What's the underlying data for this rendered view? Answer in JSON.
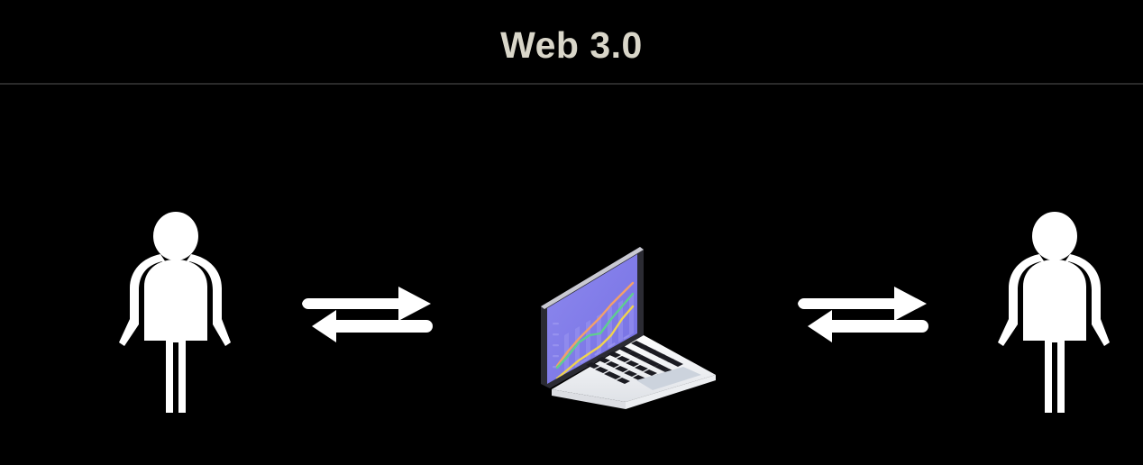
{
  "header": {
    "title": "Web 3.0",
    "title_color": "#d9d6c9",
    "background_color": "#000000",
    "divider_color": "#2a2a2a"
  },
  "canvas": {
    "background_color": "#000000"
  },
  "diagram": {
    "type": "concept-diagram",
    "description": "Two users exchanging data bidirectionally with a central computer",
    "nodes": [
      {
        "id": "user-left",
        "label": "",
        "icon": "person-icon",
        "color": "#ffffff"
      },
      {
        "id": "computer",
        "label": "",
        "icon": "laptop-icon",
        "color": "#7a74e6"
      },
      {
        "id": "user-right",
        "label": "",
        "icon": "person-icon",
        "color": "#ffffff"
      }
    ],
    "connectors": [
      {
        "id": "left-outbound",
        "from": "user-left",
        "to": "computer",
        "direction": "right",
        "icon": "arrow-right-icon",
        "color": "#ffffff"
      },
      {
        "id": "left-inbound",
        "from": "computer",
        "to": "user-left",
        "direction": "left",
        "icon": "arrow-left-icon",
        "color": "#ffffff"
      },
      {
        "id": "right-outbound",
        "from": "computer",
        "to": "user-right",
        "direction": "right",
        "icon": "arrow-right-icon",
        "color": "#ffffff"
      },
      {
        "id": "right-inbound",
        "from": "user-right",
        "to": "computer",
        "direction": "left",
        "icon": "arrow-left-icon",
        "color": "#ffffff"
      }
    ]
  },
  "laptop": {
    "icon": "laptop-icon",
    "screen_color": "#7a74e6",
    "screen_highlight_color": "#8d88ee",
    "bezel_color": "#2b2b33",
    "bezel_edge_color": "#c9c9d2",
    "body_color": "#f4f5f7",
    "body_shade_color": "#dcdee3",
    "key_color": "#1b1b22",
    "trackpad_color": "#ccd3dd",
    "screen": {
      "badge_color": "#ffffff",
      "header_text_color": "#a49fee",
      "bar_color": "#9b96f0",
      "axis_label_color": "#9b96f0",
      "chart_lines": [
        {
          "name": "series-orange",
          "color": "#f2a06a"
        },
        {
          "name": "series-green",
          "color": "#5ecf8f"
        },
        {
          "name": "series-yellow",
          "color": "#f0d34e"
        }
      ]
    }
  },
  "chart_data": {
    "type": "line",
    "title": "",
    "xlabel": "",
    "ylabel": "",
    "grid": true,
    "legend": "none",
    "x": [
      0,
      1,
      2,
      3,
      4,
      5,
      6,
      7,
      8
    ],
    "series": [
      {
        "name": "series-orange",
        "color": "#f2a06a",
        "values": [
          8,
          18,
          34,
          45,
          55,
          66,
          74,
          84,
          92
        ]
      },
      {
        "name": "series-green",
        "color": "#5ecf8f",
        "values": [
          10,
          22,
          38,
          46,
          48,
          62,
          70,
          76,
          82
        ]
      },
      {
        "name": "series-yellow",
        "color": "#f0d34e",
        "values": [
          4,
          10,
          18,
          26,
          33,
          42,
          54,
          66,
          72
        ]
      }
    ],
    "bars": [
      22,
      34,
      44,
      52,
      60,
      70,
      78,
      88
    ],
    "ylim": [
      0,
      100
    ]
  }
}
